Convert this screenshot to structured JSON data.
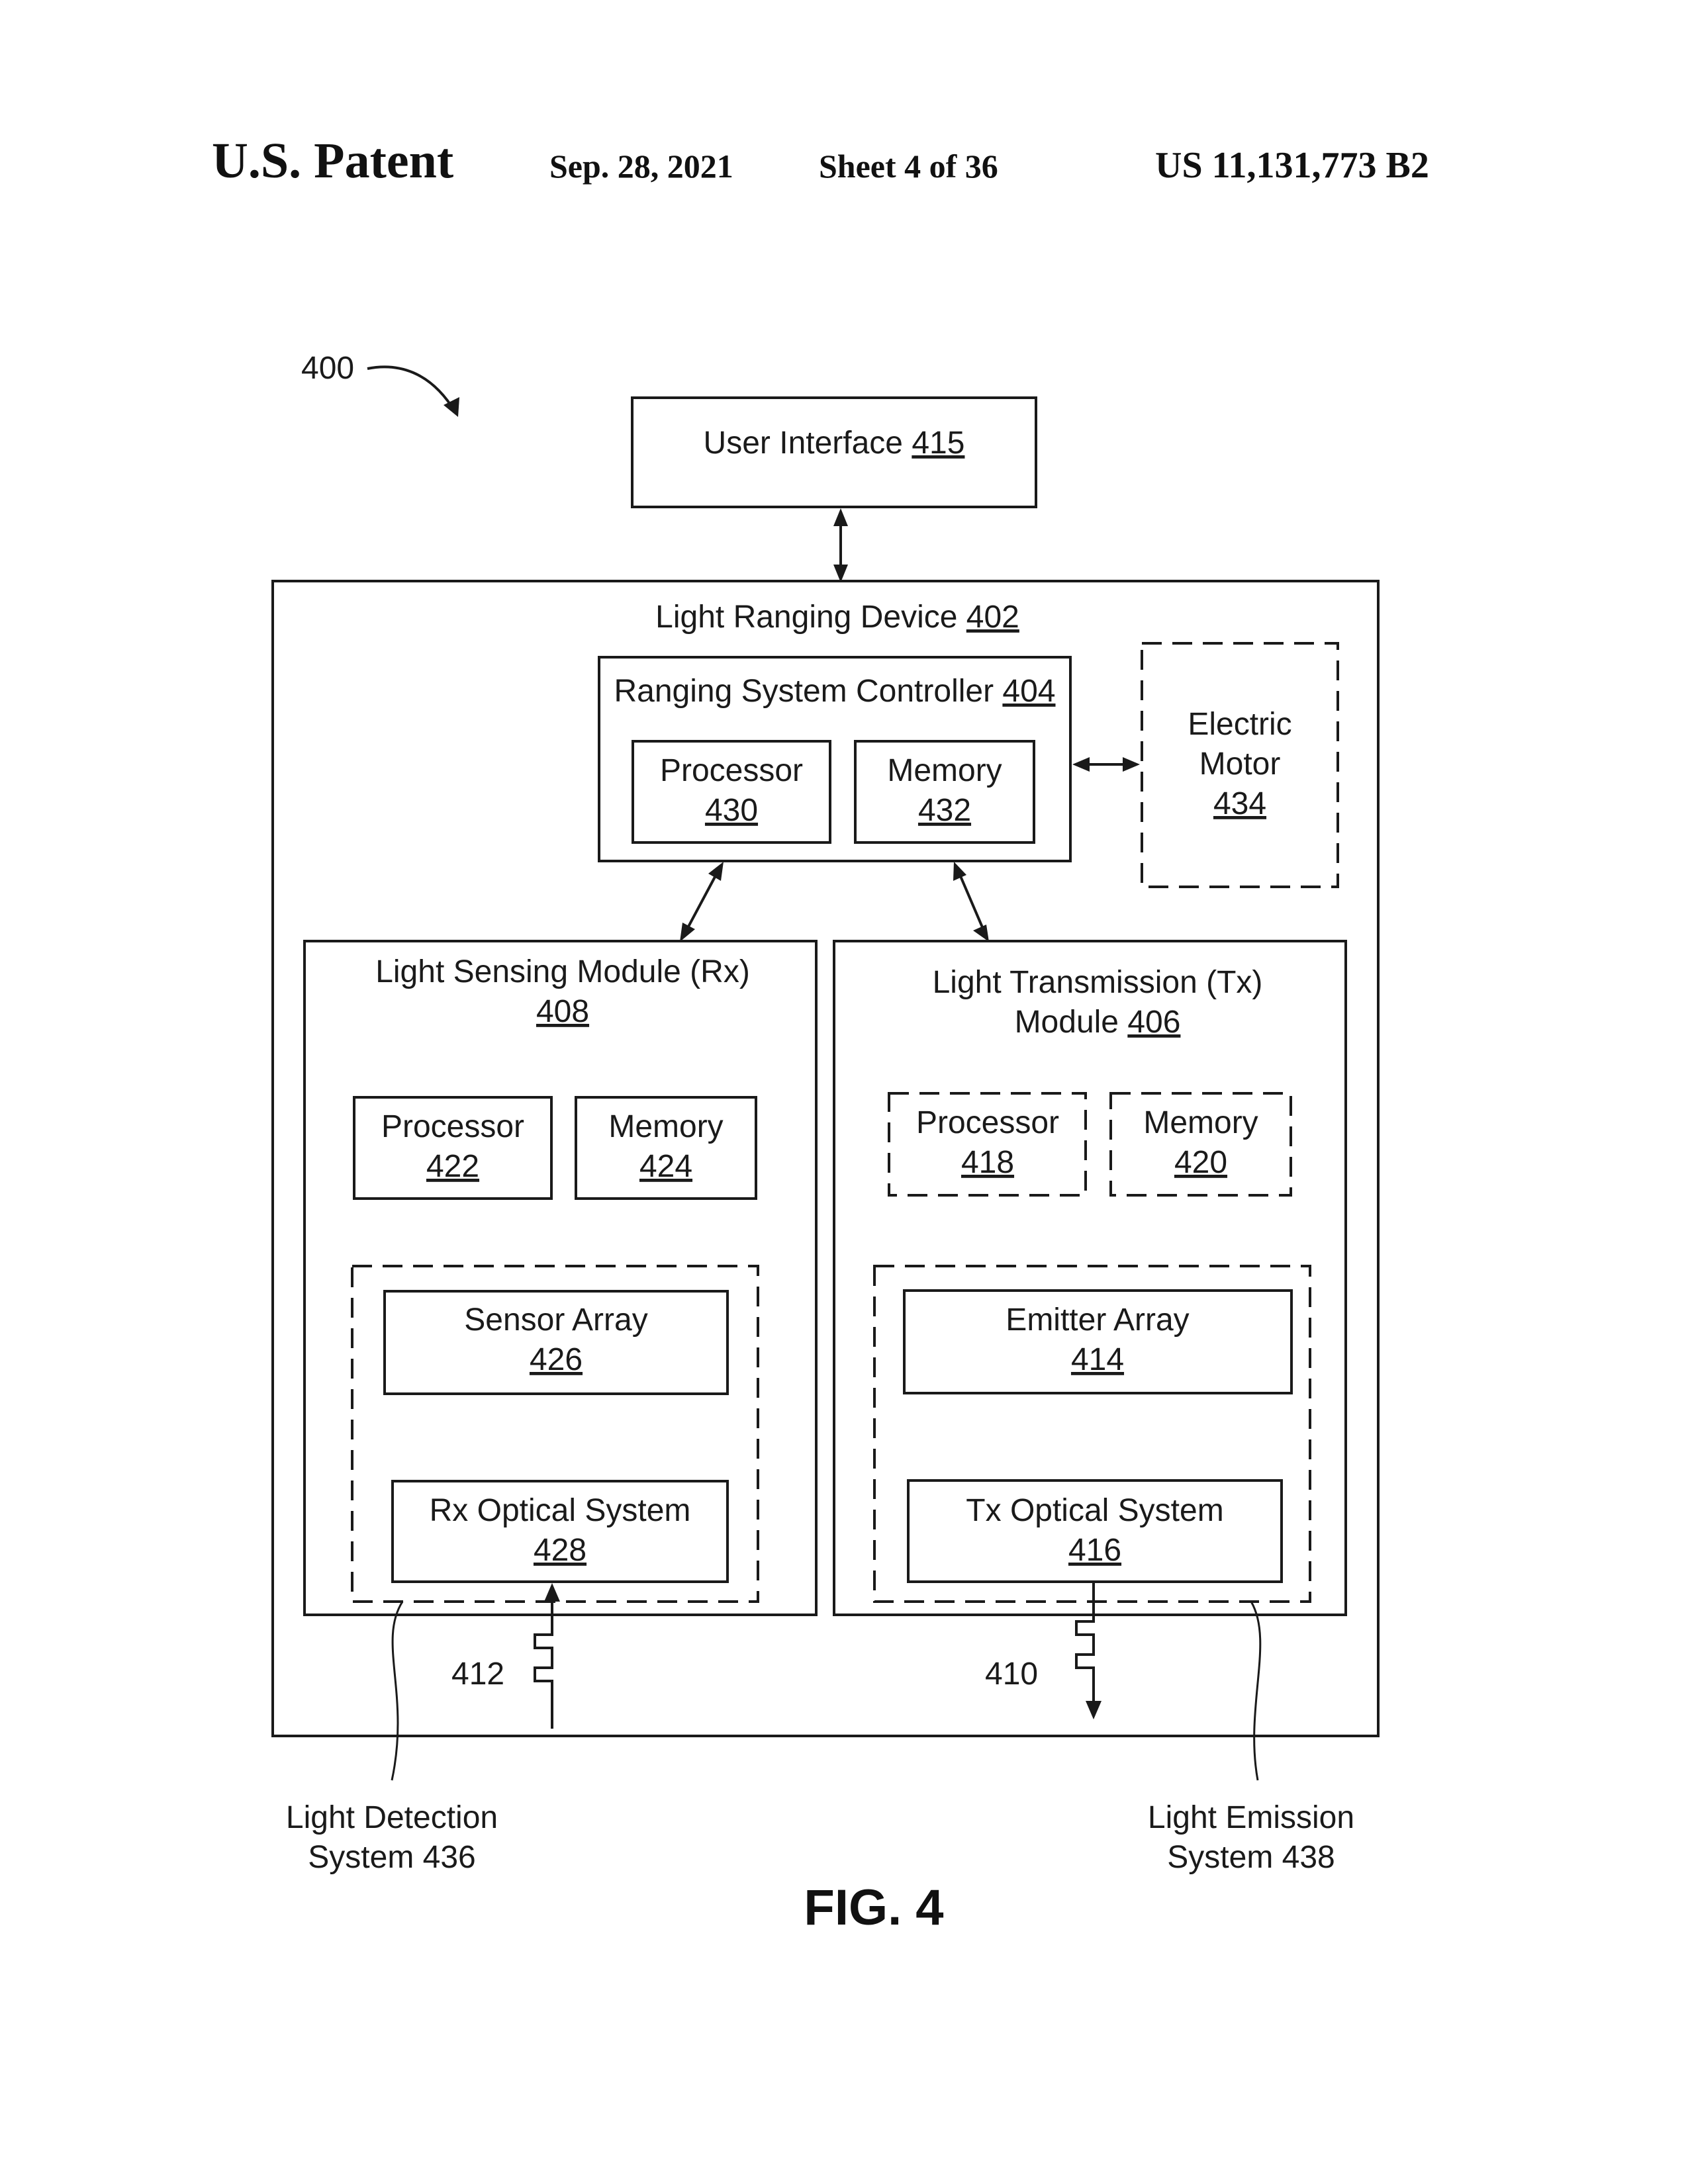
{
  "header": {
    "left": "U.S. Patent",
    "date": "Sep. 28, 2021",
    "sheet": "Sheet 4 of 36",
    "patent_no": "US 11,131,773 B2"
  },
  "diagram": {
    "figure_ref": "400",
    "user_interface": {
      "label": "User Interface ",
      "num": "415"
    },
    "light_ranging_device": {
      "label": "Light Ranging Device ",
      "num": "402"
    },
    "ranging_controller": {
      "label": "Ranging System Controller ",
      "num": "404"
    },
    "controller_processor": {
      "label": "Processor",
      "num": "430"
    },
    "controller_memory": {
      "label": "Memory",
      "num": "432"
    },
    "electric_motor": {
      "line1": "Electric",
      "line2": "Motor",
      "num": "434"
    },
    "sensing_module": {
      "line1": "Light Sensing Module (Rx)",
      "num": "408"
    },
    "transmission_module": {
      "line1": "Light Transmission (Tx)",
      "line2": "Module ",
      "num": "406"
    },
    "rx_processor": {
      "label": "Processor",
      "num": "422"
    },
    "rx_memory": {
      "label": "Memory",
      "num": "424"
    },
    "tx_processor": {
      "label": "Processor",
      "num": "418"
    },
    "tx_memory": {
      "label": "Memory",
      "num": "420"
    },
    "sensor_array": {
      "label": "Sensor Array",
      "num": "426"
    },
    "rx_optical": {
      "label": "Rx Optical System",
      "num": "428"
    },
    "emitter_array": {
      "label": "Emitter Array",
      "num": "414"
    },
    "tx_optical": {
      "label": "Tx Optical System",
      "num": "416"
    },
    "rx_signal": "412",
    "tx_signal": "410",
    "detection_system": {
      "line1": "Light Detection",
      "line2": "System 436"
    },
    "emission_system": {
      "line1": "Light Emission",
      "line2": "System 438"
    },
    "figure_title": "FIG. 4"
  }
}
